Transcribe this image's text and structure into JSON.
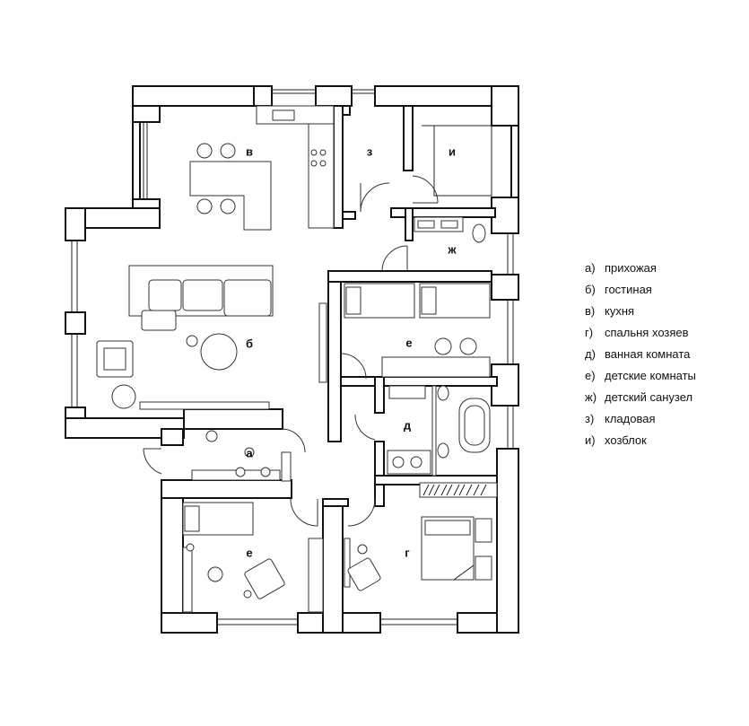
{
  "plan": {
    "room_labels": {
      "a": "а",
      "b": "б",
      "v": "в",
      "g": "г",
      "d": "д",
      "e1": "е",
      "e2": "е",
      "zh": "ж",
      "z": "з",
      "i": "и"
    }
  },
  "legend": [
    {
      "key": "а)",
      "text": "прихожая"
    },
    {
      "key": "б)",
      "text": "гостиная"
    },
    {
      "key": "в)",
      "text": "кухня"
    },
    {
      "key": "г)",
      "text": "спальня хозяев"
    },
    {
      "key": "д)",
      "text": "ванная комната"
    },
    {
      "key": "е)",
      "text": "детские комнаты"
    },
    {
      "key": "ж)",
      "text": "детский санузел"
    },
    {
      "key": "з)",
      "text": "кладовая"
    },
    {
      "key": "и)",
      "text": "хозблок"
    }
  ]
}
